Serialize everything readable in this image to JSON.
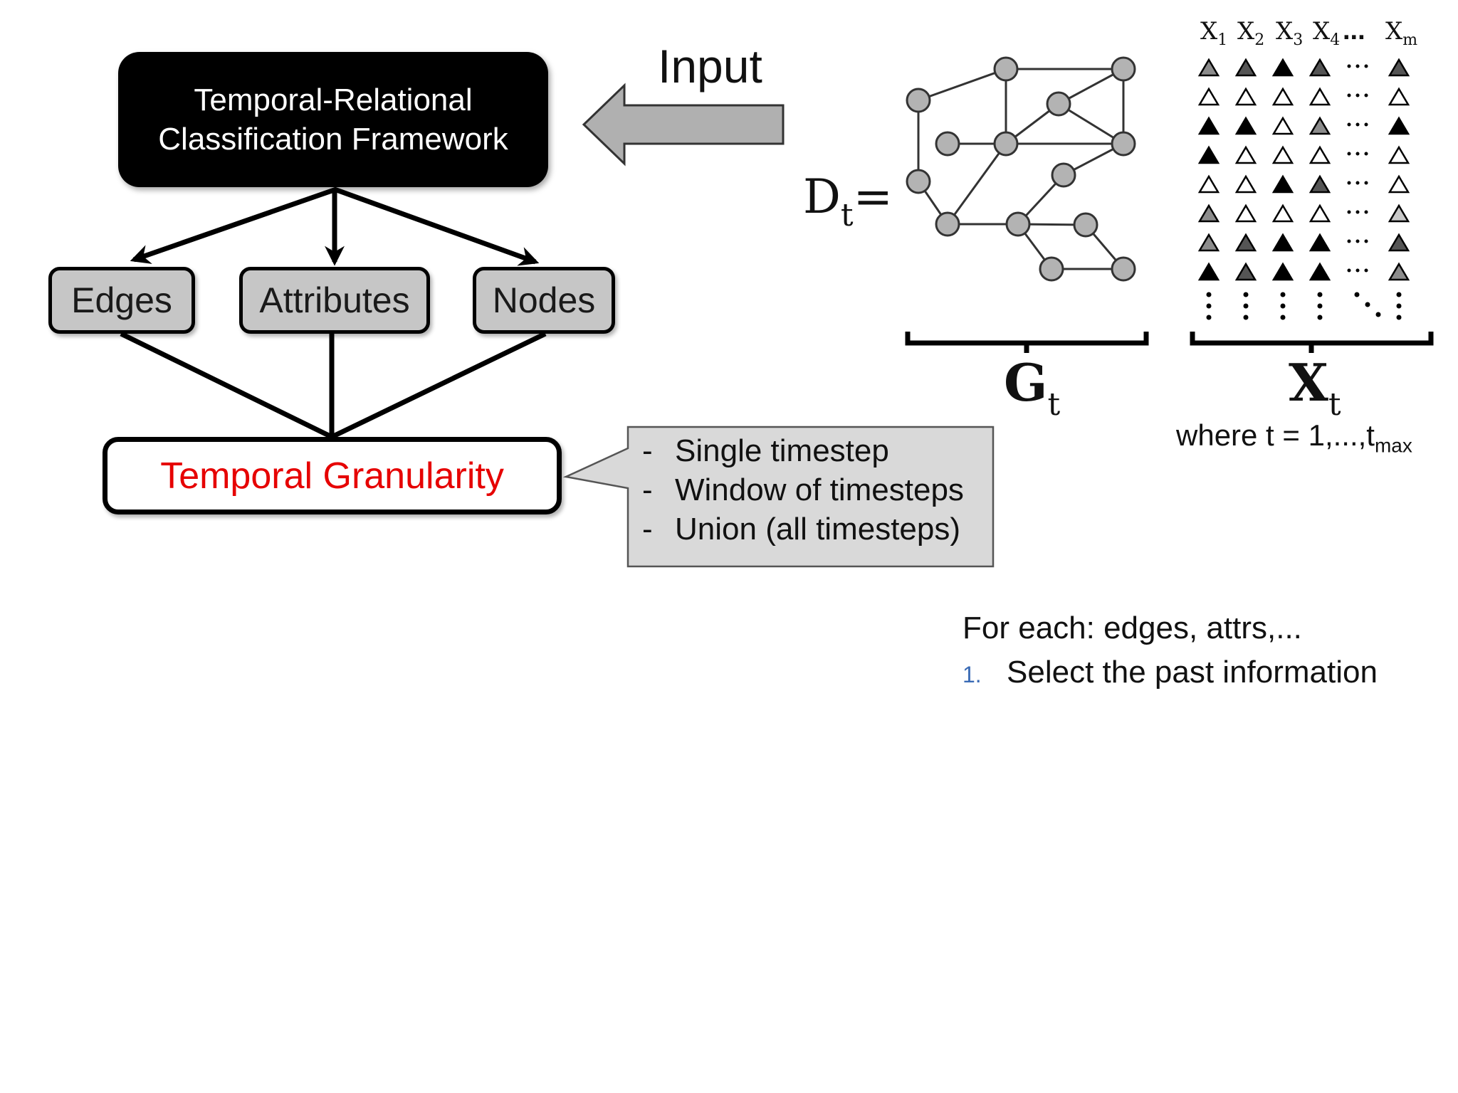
{
  "diagram": {
    "framework_line1": "Temporal-Relational",
    "framework_line2": "Classification Framework",
    "input_label": "Input",
    "categories": [
      "Edges",
      "Attributes",
      "Nodes"
    ],
    "granularity_label": "Temporal Granularity",
    "granularity_options": [
      "Single timestep",
      "Window of timesteps",
      "Union (all timesteps)"
    ],
    "option_bullet": "-",
    "dt_base": "D",
    "dt_sub": "t",
    "equals": "=",
    "gt_base": "G",
    "gt_sub": "t",
    "xt_base": "X",
    "xt_sub": "t",
    "where_prefix": "where t = 1,...,t",
    "where_sub": "max",
    "column_headers": [
      {
        "base": "X",
        "sub": "1"
      },
      {
        "base": "X",
        "sub": "2"
      },
      {
        "base": "X",
        "sub": "3"
      },
      {
        "base": "X",
        "sub": "4"
      },
      {
        "base": "X",
        "sub": "m"
      }
    ],
    "header_ellipsis": "...",
    "matrix_rows": [
      [
        "gray",
        "dgray",
        "black",
        "dgray",
        "dgray"
      ],
      [
        "white",
        "white",
        "white",
        "white",
        "white"
      ],
      [
        "black",
        "black",
        "white",
        "gray",
        "black"
      ],
      [
        "black",
        "white",
        "white",
        "white",
        "white"
      ],
      [
        "white",
        "white",
        "black",
        "dgray",
        "white"
      ],
      [
        "gray",
        "white",
        "white",
        "white",
        "lgray"
      ],
      [
        "gray",
        "dgray",
        "black",
        "black",
        "dgray"
      ],
      [
        "black",
        "dgray",
        "black",
        "black",
        "gray"
      ]
    ],
    "colors": {
      "framework_bg": "#000000",
      "category_bg": "#c6c6c6",
      "granularity_text": "#e60000",
      "callout_bg": "#d9d9d9",
      "node_fill": "#b3b3b3",
      "arrow_fill": "#b0b0b0",
      "list_number": "#3a6bb5"
    }
  },
  "notes": {
    "heading": "For each: edges, attrs,...",
    "steps": [
      {
        "num": "1.",
        "text": "Select the past information"
      }
    ]
  }
}
